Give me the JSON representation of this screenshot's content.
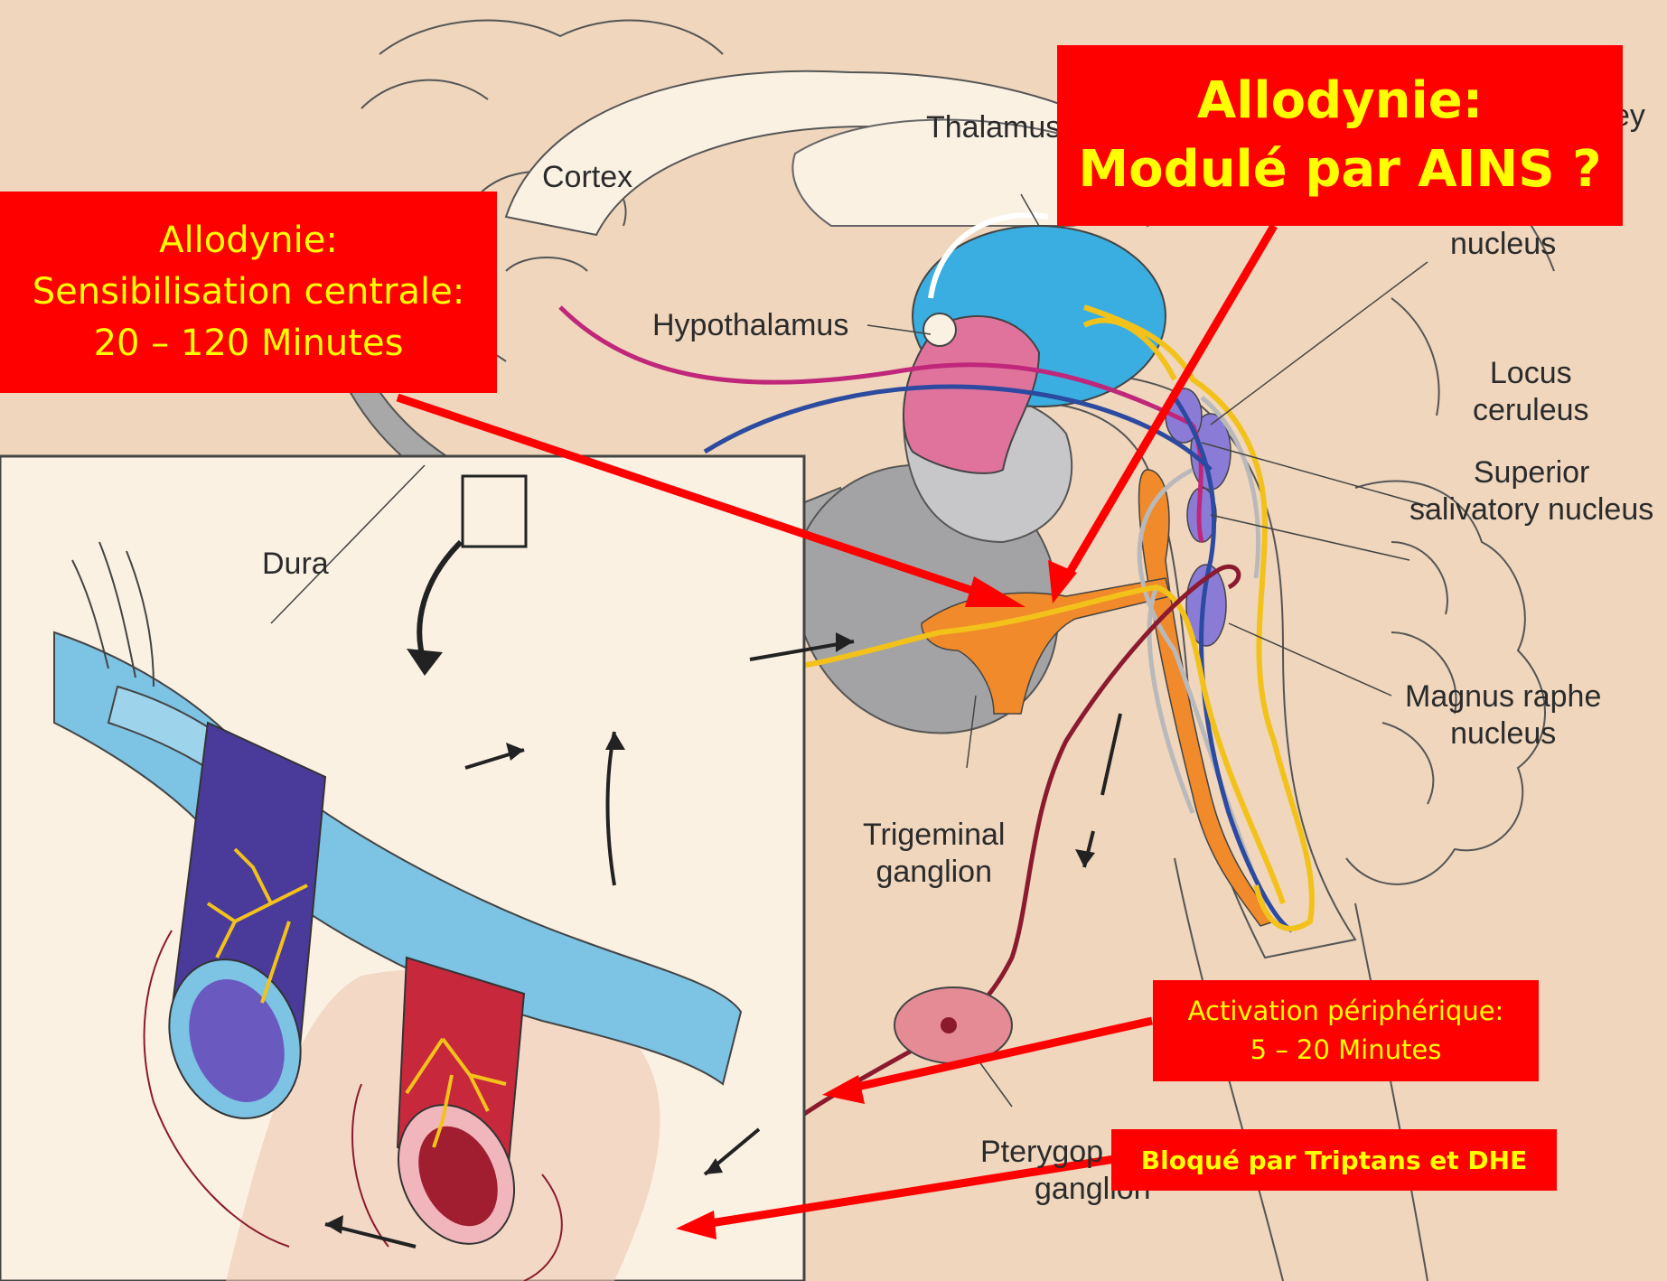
{
  "labels": {
    "cortex": "Cortex",
    "thalamus": "Thalamus",
    "thalamus_right_fragment": "ey",
    "nucleus_top": "nucleus",
    "hypothalamus": "Hypothalamus",
    "locus_ceruleus_1": "Locus",
    "locus_ceruleus_2": "ceruleus",
    "superior_salivatory_1": "Superior",
    "superior_salivatory_2": "salivatory nucleus",
    "dura": "Dura",
    "magnus_raphe_1": "Magnus raphe",
    "magnus_raphe_2": "nucleus",
    "trigeminal_ganglion_1": "Trigeminal",
    "trigeminal_ganglion_2": "ganglion",
    "pterygo_1": "Pterygop",
    "pterygo_2": "ganglion"
  },
  "callouts": {
    "central": {
      "line1": "Allodynie:",
      "line2": "Sensibilisation centrale:",
      "line3": "20 – 120 Minutes"
    },
    "ains": {
      "line1": "Allodynie:",
      "line2": "Modulé par AINS ?"
    },
    "peripheral": {
      "line1": "Activation périphérique:",
      "line2": "5 – 20 Minutes"
    },
    "triptans": {
      "line1": "Bloqué par Triptans et DHE"
    }
  },
  "colors": {
    "background": "#efd6bc",
    "callout_fill": "#ff0000",
    "callout_text": "#ffff00",
    "arrow": "#ff0000",
    "trigeminal_fiber": "#f2c21b",
    "parasympathetic_fiber": "#8c1a2e",
    "thalamus": "#3aaee0",
    "hypothalamus": "#e0739c",
    "dura": "#7cc3e4",
    "vein": "#4a3a9a",
    "artery": "#c8283c"
  }
}
